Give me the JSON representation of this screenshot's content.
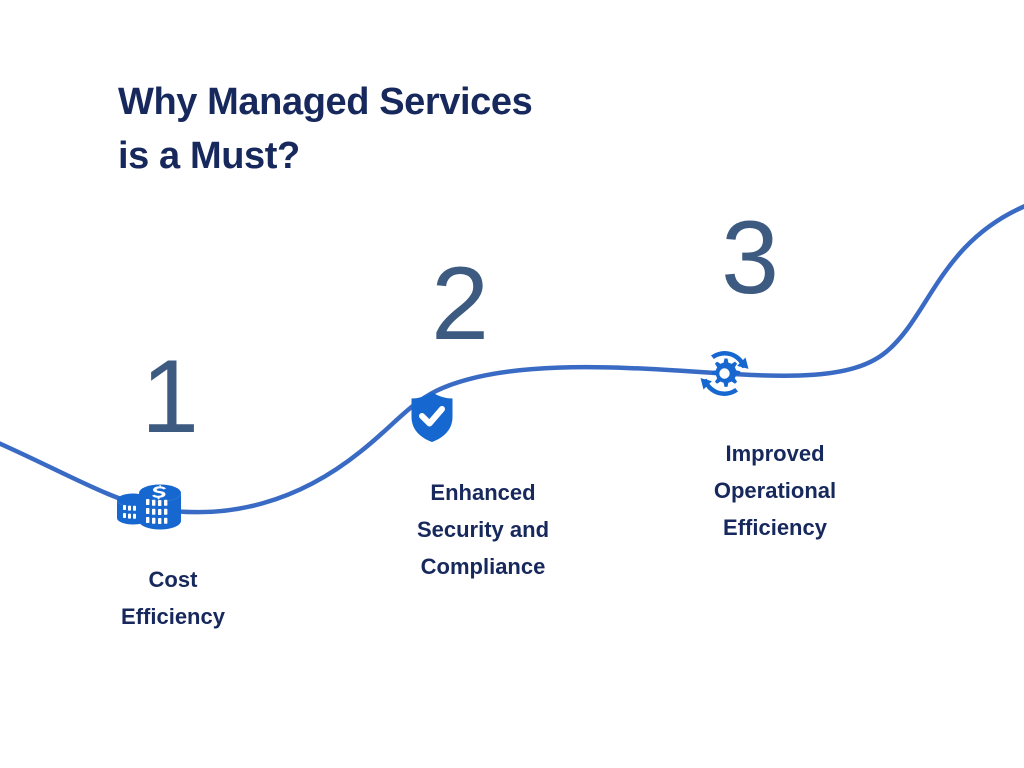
{
  "heading": {
    "line1": "Why Managed Services",
    "line2": "is a Must?"
  },
  "steps": [
    {
      "number": "1",
      "icon": "coin-stack-icon",
      "label_line1": "Cost",
      "label_line2": "Efficiency",
      "label_line3": ""
    },
    {
      "number": "2",
      "icon": "shield-check-icon",
      "label_line1": "Enhanced",
      "label_line2": "Security and",
      "label_line3": "Compliance"
    },
    {
      "number": "3",
      "icon": "gear-refresh-icon",
      "label_line1": "Improved",
      "label_line2": "Operational",
      "label_line3": "Efficiency"
    }
  ],
  "colors": {
    "heading_navy": "#16285c",
    "number_slate": "#3d5a80",
    "icon_blue": "#1668d0",
    "curve_blue": "#3a6bc4",
    "dot_grey": "#ced5e6",
    "background": "#ffffff"
  }
}
